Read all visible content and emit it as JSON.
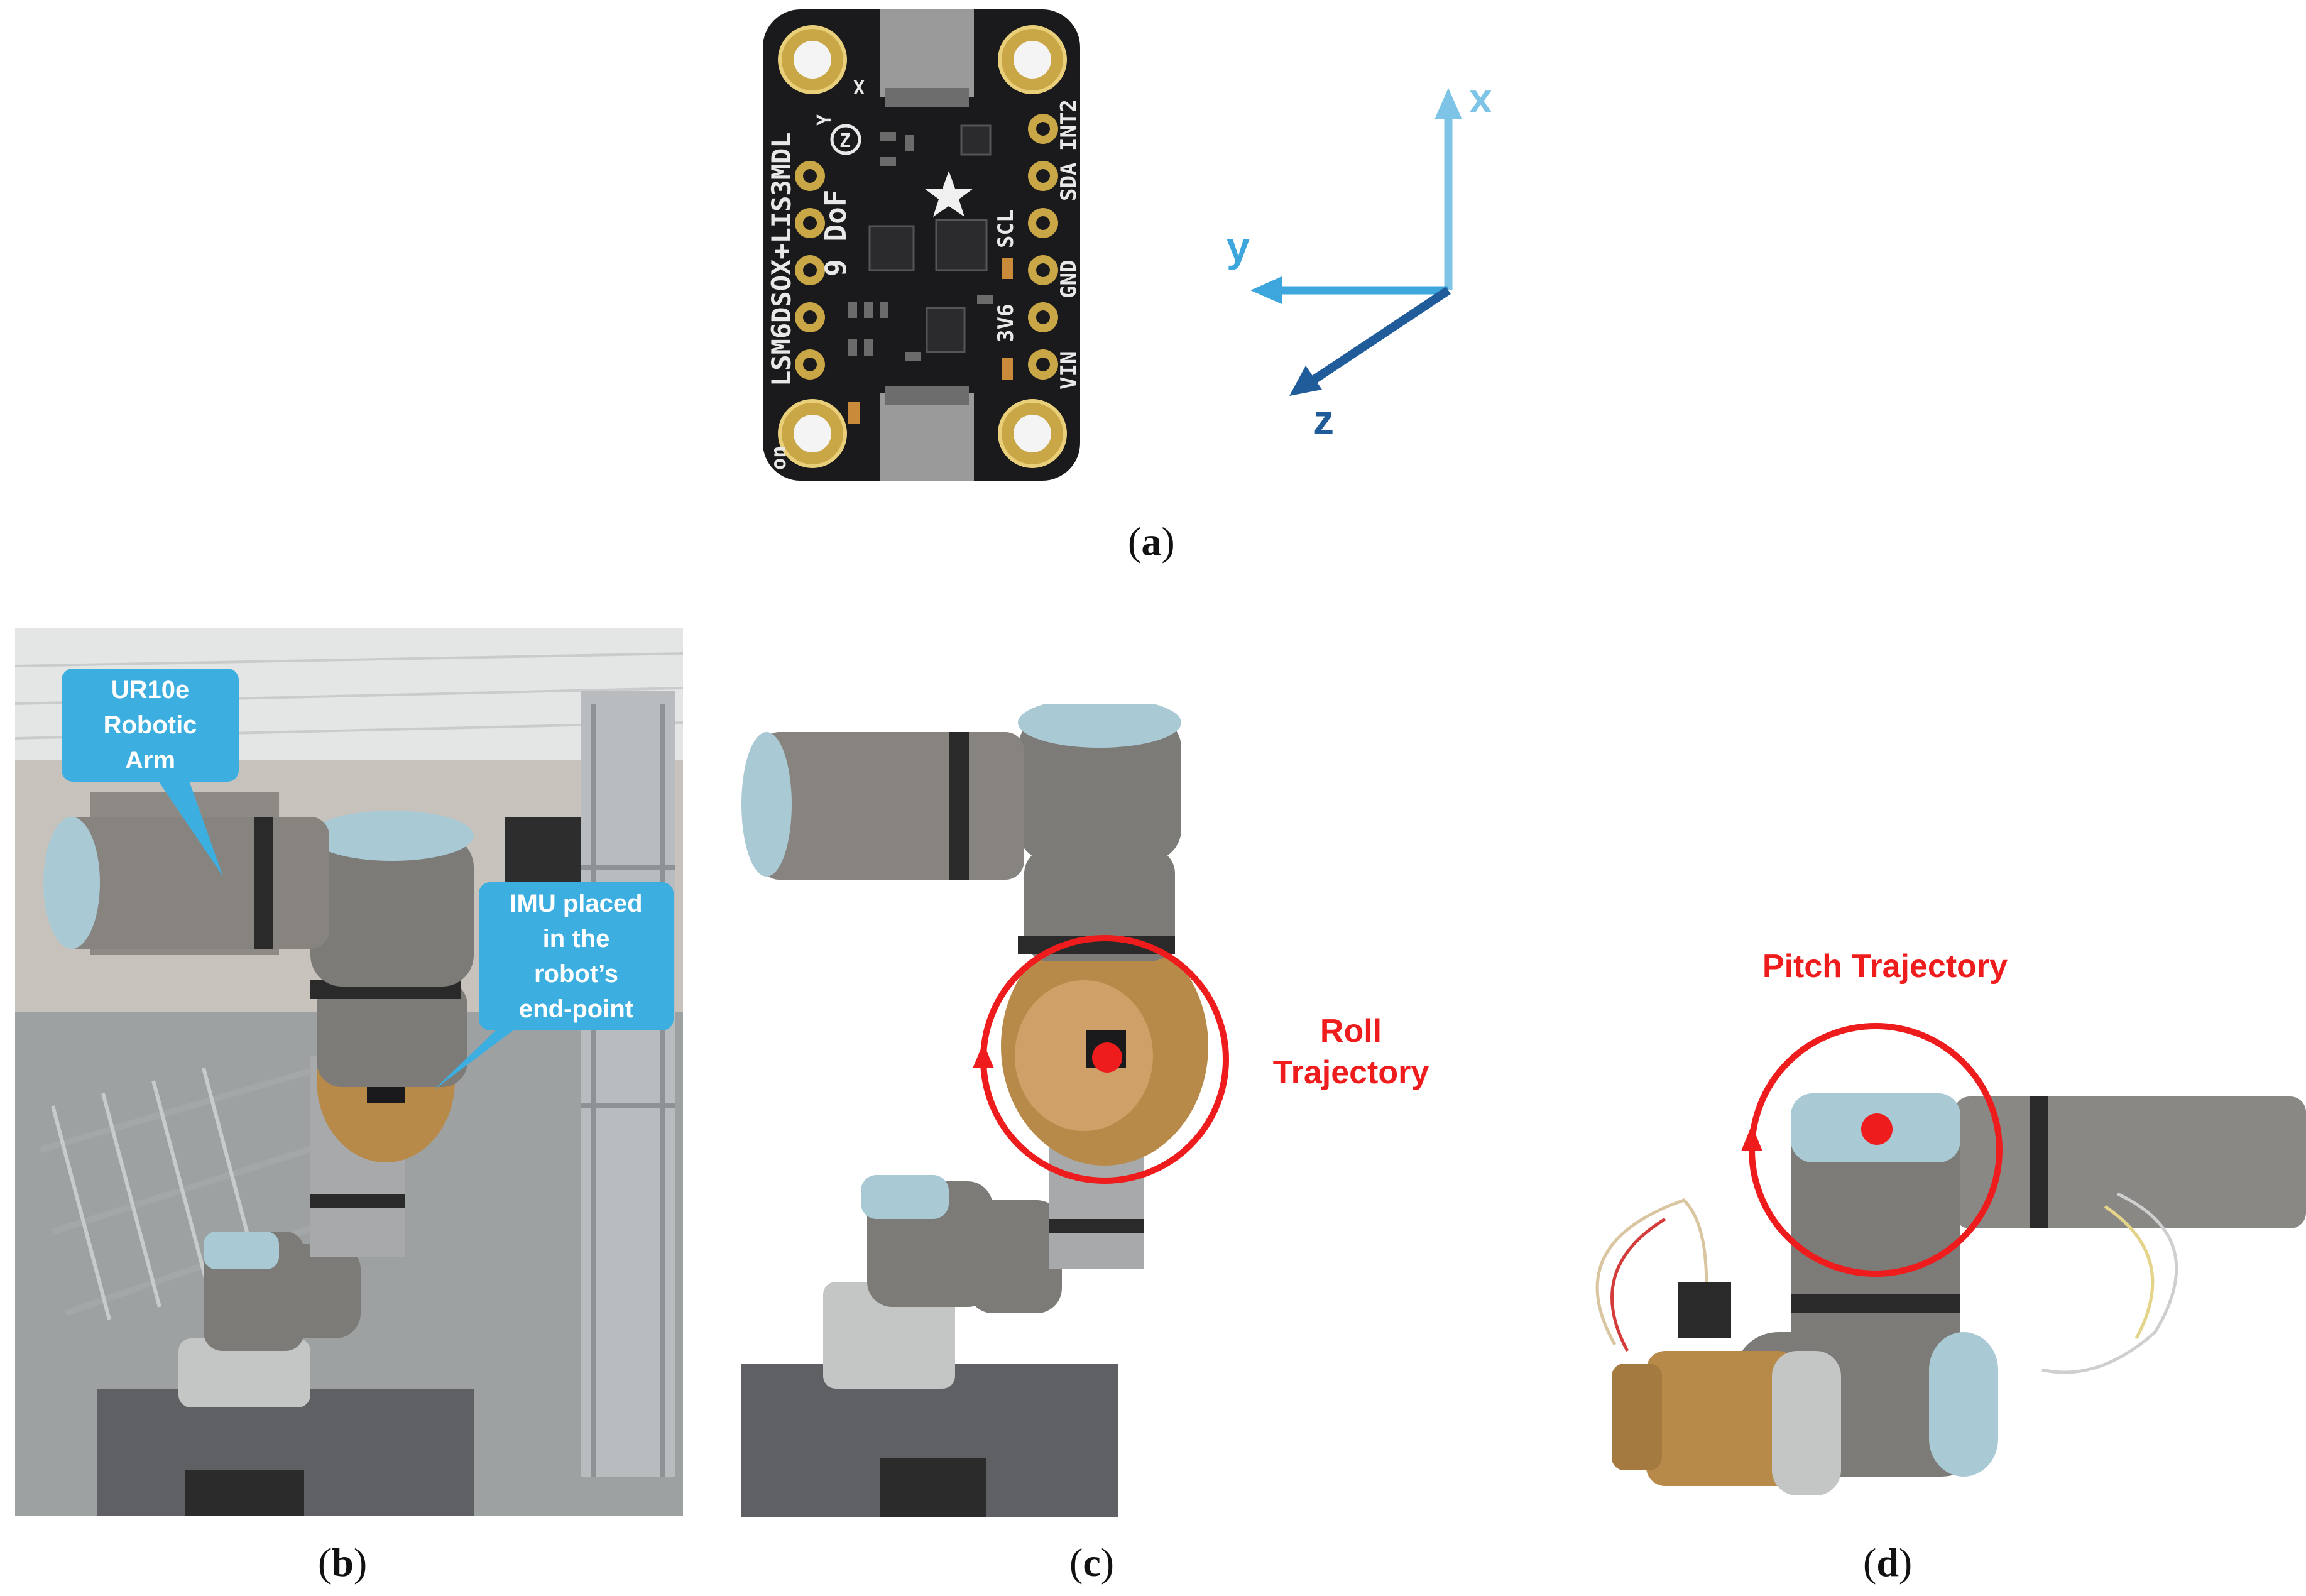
{
  "panel_a": {
    "caption": "a",
    "board": {
      "part_label": "LSM6DSOX+LIS3MDL",
      "dof_label": "9 DoF",
      "pins": [
        "INT2",
        "SDA",
        "SCL",
        "GND",
        "3V6",
        "VIN"
      ],
      "switch_label": "on",
      "axis_marks": [
        "X",
        "Y",
        "Z"
      ]
    },
    "axes": {
      "x": "x",
      "y": "y",
      "z": "z"
    },
    "colors": {
      "x_axis": "#7ec4e6",
      "y_axis": "#3da6dc",
      "z_axis": "#1f5c99"
    }
  },
  "panel_b": {
    "caption": "b",
    "callout_robot": "UR10e\nRobotic\nArm",
    "callout_imu": "IMU placed\nin the\nrobot’s\nend-point"
  },
  "panel_c": {
    "caption": "c",
    "trajectory_label": "Roll\nTrajectory"
  },
  "panel_d": {
    "caption": "d",
    "trajectory_label": "Pitch Trajectory"
  },
  "colors": {
    "callout": "#3daee0",
    "trajectory": "#ee1c1c",
    "robot_gray": "#7d7b78",
    "robot_cap": "#a9c9d4",
    "tape": "#b88a4a"
  }
}
